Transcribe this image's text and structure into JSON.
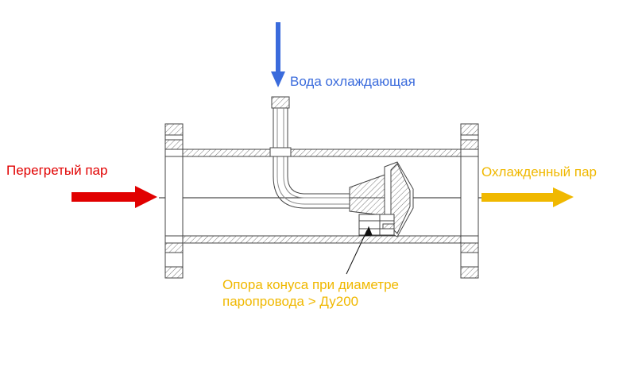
{
  "labels": {
    "water": "Вода охлаждающая",
    "superheated_steam": "Перегретый пар",
    "cooled_steam": "Охлажденный пар",
    "cone_support": [
      "Опора конуса при диаметре",
      "паропровода > Ду200"
    ]
  },
  "colors": {
    "water": "#3a6bdc",
    "superheated_steam": "#e10000",
    "cooled_steam": "#f0b800",
    "cone_support": "#f0b800",
    "line": "#444444",
    "hatch": "#777777"
  }
}
